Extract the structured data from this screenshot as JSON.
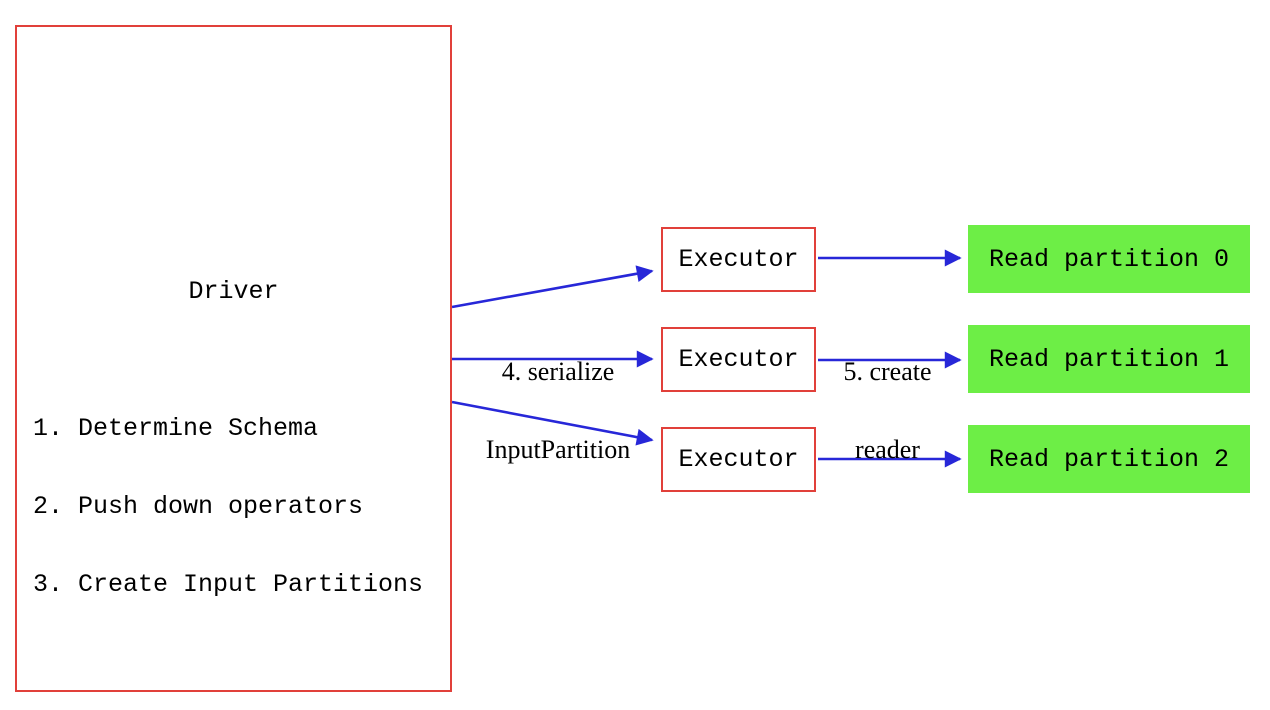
{
  "colors": {
    "box_border": "#e1403a",
    "arrow": "#2727d8",
    "partition_fill": "#6dee46",
    "text": "#000000"
  },
  "driver": {
    "title": "Driver",
    "steps": [
      "1. Determine Schema",
      "2. Push down operators",
      "3. Create Input Partitions"
    ]
  },
  "executors": [
    {
      "label": "Executor"
    },
    {
      "label": "Executor"
    },
    {
      "label": "Executor"
    }
  ],
  "partitions": [
    {
      "label": "Read partition 0"
    },
    {
      "label": "Read partition 1"
    },
    {
      "label": "Read partition 2"
    }
  ],
  "edge_labels": {
    "serialize_line1": "4. serialize",
    "serialize_line2": "InputPartition",
    "reader_line1": "5. create",
    "reader_line2": "reader"
  }
}
